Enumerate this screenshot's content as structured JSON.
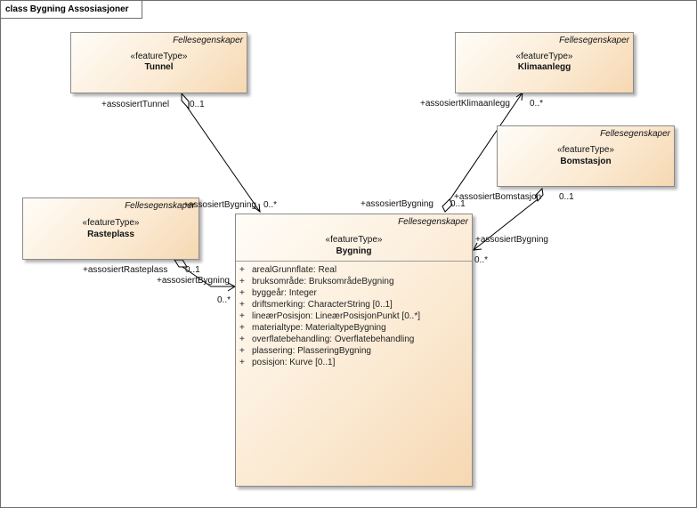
{
  "diagram_title": "class Bygning Assosiasjoner",
  "classes": {
    "tunnel": {
      "package": "Fellesegenskaper",
      "stereotype": "«featureType»",
      "name": "Tunnel"
    },
    "klimaanlegg": {
      "package": "Fellesegenskaper",
      "stereotype": "«featureType»",
      "name": "Klimaanlegg"
    },
    "bomstasjon": {
      "package": "Fellesegenskaper",
      "stereotype": "«featureType»",
      "name": "Bomstasjon"
    },
    "rasteplass": {
      "package": "Fellesegenskaper",
      "stereotype": "«featureType»",
      "name": "Rasteplass"
    },
    "bygning": {
      "package": "Fellesegenskaper",
      "stereotype": "«featureType»",
      "name": "Bygning",
      "attributes": [
        {
          "vis": "+",
          "text": "arealGrunnflate: Real"
        },
        {
          "vis": "+",
          "text": "bruksområde: BruksområdeBygning"
        },
        {
          "vis": "+",
          "text": "byggeår: Integer"
        },
        {
          "vis": "+",
          "text": "driftsmerking: CharacterString [0..1]"
        },
        {
          "vis": "+",
          "text": "lineærPosisjon: LineærPosisjonPunkt [0..*]"
        },
        {
          "vis": "+",
          "text": "materialtype: MaterialtypeBygning"
        },
        {
          "vis": "+",
          "text": "overflatebehandling: Overflatebehandling"
        },
        {
          "vis": "+",
          "text": "plassering: PlasseringBygning"
        },
        {
          "vis": "+",
          "text": "posisjon: Kurve [0..1]"
        }
      ]
    }
  },
  "associations": {
    "tunnel": {
      "source_role": "+assosiertTunnel",
      "source_mult": "0..1",
      "target_role": "+assosiertBygning",
      "target_mult": "0..*"
    },
    "klimaanlegg": {
      "source_role": "+assosiertKlimaanlegg",
      "source_mult": "0..*",
      "target_role": "+assosiertBygning",
      "target_mult": "0..1"
    },
    "bomstasjon": {
      "source_role": "+assosiertBomstasjon",
      "source_mult": "0..1",
      "target_role": "+assosiertBygning",
      "target_mult": "0..*"
    },
    "rasteplass": {
      "source_role": "+assosiertRasteplass",
      "source_mult": "0..1",
      "target_role": "+assosiertBygning",
      "target_mult": "0..*"
    }
  }
}
